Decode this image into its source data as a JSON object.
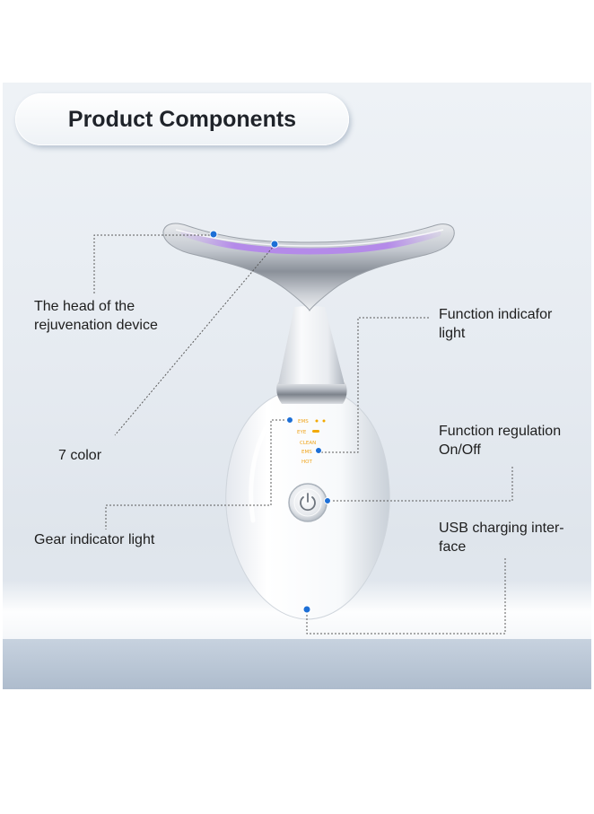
{
  "title": "Product Components",
  "labels": {
    "head_line1": "The head of the",
    "head_line2": "rejuvenation device",
    "seven_color": "7 color",
    "gear_light": "Gear indicator light",
    "function_indicator_line1": "Function indicafor",
    "function_indicator_line2": "light",
    "function_regulation_line1": "Function regulation",
    "function_regulation_line2": "On/Off",
    "usb_line1": "USB charging inter-",
    "usb_line2": "face"
  },
  "device_modes": {
    "mode_1": "EMS",
    "mode_2": "EYE",
    "mode_3": "CLEAN",
    "mode_4": "EMS",
    "mode_5": "HOT"
  },
  "colors": {
    "marker": "#1d6fd6",
    "leader_line": "#5a5a5a",
    "indicator_led": "#f2a900"
  }
}
